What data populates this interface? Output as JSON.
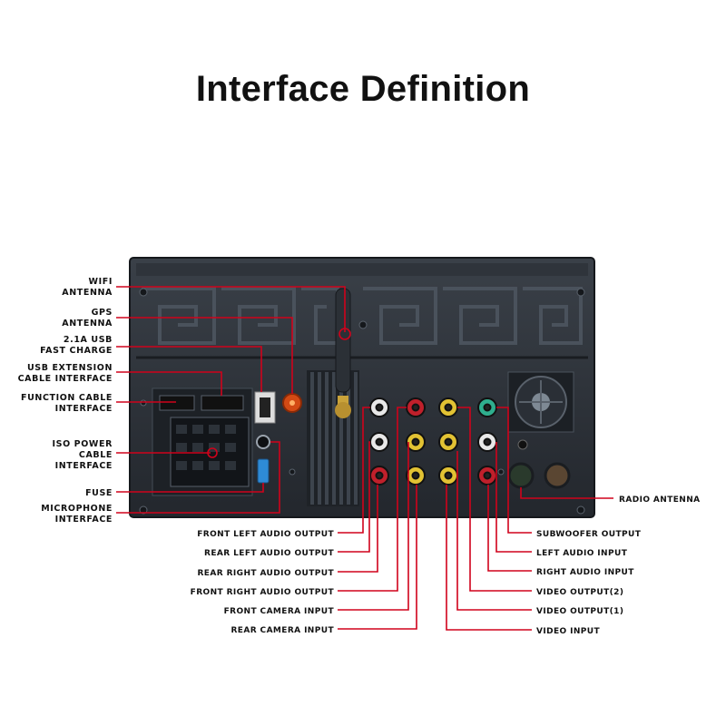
{
  "title": "Interface Definition",
  "colors": {
    "leader": "#d0021b",
    "chassis": "#2a2f36",
    "rca_red": "#c0202b",
    "rca_white": "#e8e8e8",
    "rca_yellow": "#e2c233",
    "rca_green": "#2fae8e"
  },
  "labels": {
    "wifi_antenna": [
      "WIFI",
      "ANTENNA"
    ],
    "gps_antenna": [
      "GPS",
      "ANTENNA"
    ],
    "usb_fast_charge": [
      "2.1A USB",
      "FAST CHARGE"
    ],
    "usb_extension": [
      "USB EXTENSION",
      "CABLE INTERFACE"
    ],
    "function_cable": [
      "FUNCTION CABLE",
      "INTERFACE"
    ],
    "iso_power": [
      "ISO POWER",
      "CABLE",
      "INTERFACE"
    ],
    "fuse": [
      "FUSE"
    ],
    "microphone": [
      "MICROPHONE",
      "INTERFACE"
    ],
    "front_left_audio_output": "FRONT LEFT AUDIO OUTPUT",
    "rear_left_audio_output": "REAR LEFT AUDIO OUTPUT",
    "rear_right_audio_output": "REAR RIGHT AUDIO OUTPUT",
    "front_right_audio_output": "FRONT RIGHT AUDIO OUTPUT",
    "front_camera_input": "FRONT CAMERA INPUT",
    "rear_camera_input": "REAR CAMERA INPUT",
    "subwoofer_output": "SUBWOOFER OUTPUT",
    "left_audio_input": "LEFT AUDIO INPUT",
    "right_audio_input": "RIGHT AUDIO INPUT",
    "video_output_2": "VIDEO OUTPUT(2)",
    "video_output_1": "VIDEO OUTPUT(1)",
    "video_input": "VIDEO INPUT",
    "radio_antenna": "RADIO ANTENNA"
  }
}
